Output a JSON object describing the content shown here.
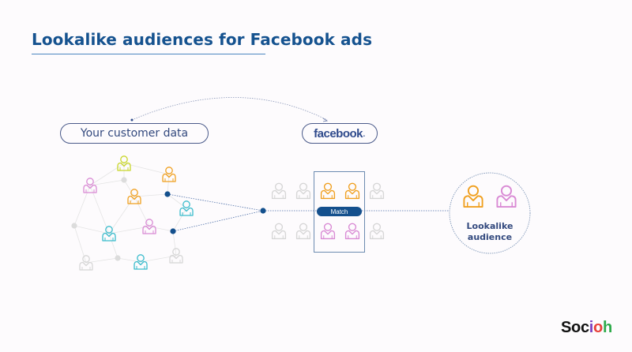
{
  "title": "Lookalike audiences for Facebook ads",
  "customer_data_label": "Your customer data",
  "facebook_label": "facebook",
  "facebook_dot": ".",
  "match_label": "Match",
  "lookalike_label_line1": "Lookalike",
  "lookalike_label_line2": "audience",
  "brand_logo": {
    "prefix": "Soc",
    "rainbow": "ioh"
  },
  "colors": {
    "title": "#15528f",
    "accent_blue": "#14508d",
    "orange": "#f0a020",
    "pink": "#d98ad4",
    "teal": "#3bbccc",
    "lime": "#c8d62a",
    "grey": "#d6d6d6"
  },
  "customer_people": [
    {
      "color": "lime"
    },
    {
      "color": "orange"
    },
    {
      "color": "pink"
    },
    {
      "color": "orange"
    },
    {
      "color": "teal"
    },
    {
      "color": "pink"
    },
    {
      "color": "teal"
    },
    {
      "color": "grey"
    },
    {
      "color": "teal"
    },
    {
      "color": "grey"
    }
  ],
  "facebook_grid": {
    "top_row": [
      "grey",
      "grey",
      "orange",
      "orange",
      "grey"
    ],
    "bottom_row": [
      "grey",
      "grey",
      "pink",
      "pink",
      "grey"
    ]
  },
  "lookalike_people": [
    "orange",
    "pink"
  ]
}
